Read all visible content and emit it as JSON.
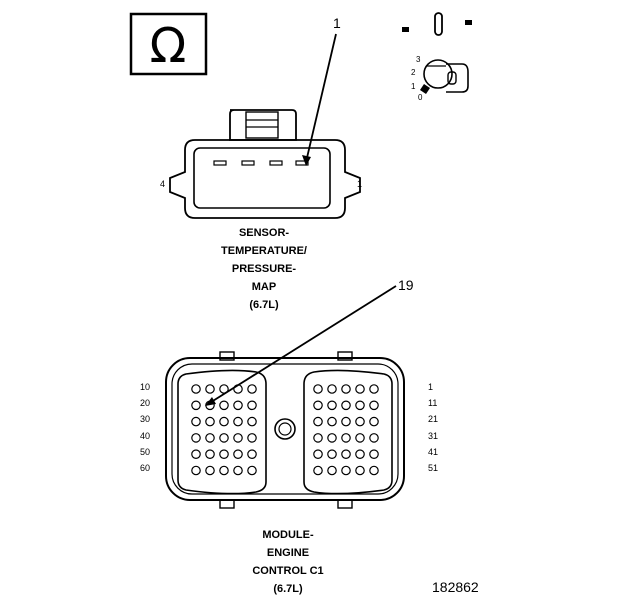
{
  "ohmmeter": {
    "symbol": "Ω"
  },
  "ignition_switch": {
    "positions": [
      "3",
      "2",
      "1",
      "0"
    ]
  },
  "map_sensor": {
    "callout": "1",
    "pin_left": "4",
    "pin_right": "1",
    "caption": [
      "SENSOR-",
      "TEMPERATURE/",
      "PRESSURE-",
      "MAP",
      "(6.7L)"
    ]
  },
  "ecm": {
    "callout": "19",
    "left_labels": [
      "10",
      "20",
      "30",
      "40",
      "50",
      "60"
    ],
    "right_labels": [
      "1",
      "11",
      "21",
      "31",
      "41",
      "51"
    ],
    "caption": [
      "MODULE-",
      "ENGINE",
      "CONTROL C1",
      "(6.7L)"
    ]
  },
  "figure_id": "182862"
}
